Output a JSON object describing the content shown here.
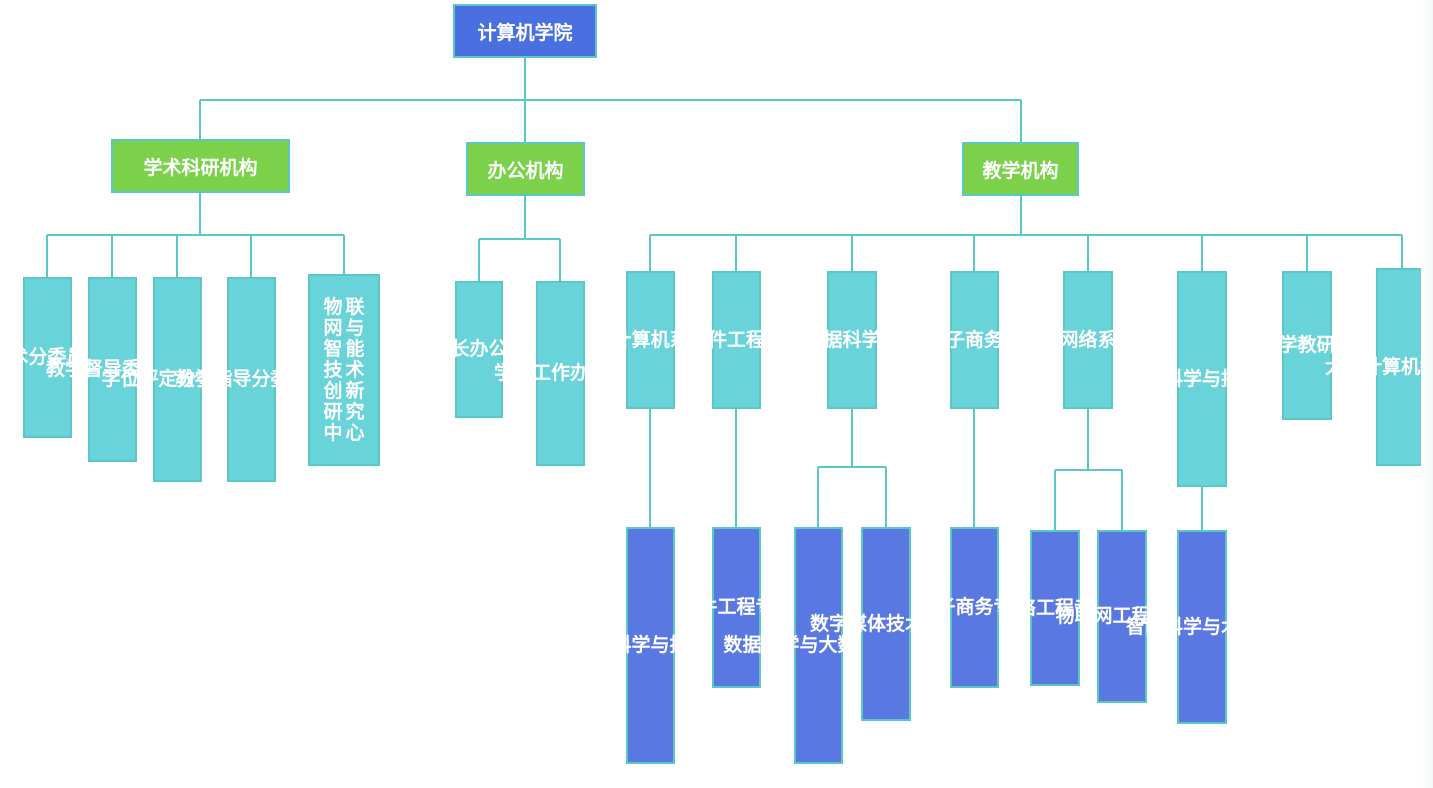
{
  "root": "计算机学院",
  "branches": {
    "academic": {
      "label": "学术科研机构",
      "children": [
        "学术分委员会",
        "教学督导委员会",
        "学位评定分委员会",
        "教学指导分委员会"
      ],
      "iot_center": {
        "col1": "联与能术新究心",
        "col2": "物网智技创研中"
      }
    },
    "office": {
      "label": "办公机构",
      "children": [
        "院长办公室",
        "学生工作办公室"
      ]
    },
    "teaching": {
      "label": "教学机构",
      "departments": [
        "计算机系",
        "软件工程系",
        "数据科学系",
        "电子商务系",
        "网络系",
        "智能科学与技术系",
        "数学教研室",
        "大学计算机教研室"
      ],
      "majors": [
        "计算机科学与技术专业",
        "软件工程专业",
        "数据科学与大数据专业",
        "数字媒体技术专业",
        "电子商务专业",
        "网络工程专业",
        "物联网工程专业",
        "智能科学与术专业"
      ]
    }
  },
  "colors": {
    "root": "#4a6fe0",
    "level1": "#7bd14a",
    "level2": "#68d3d8",
    "majors": "#5a78e2",
    "lines": "#5bc8c8"
  }
}
